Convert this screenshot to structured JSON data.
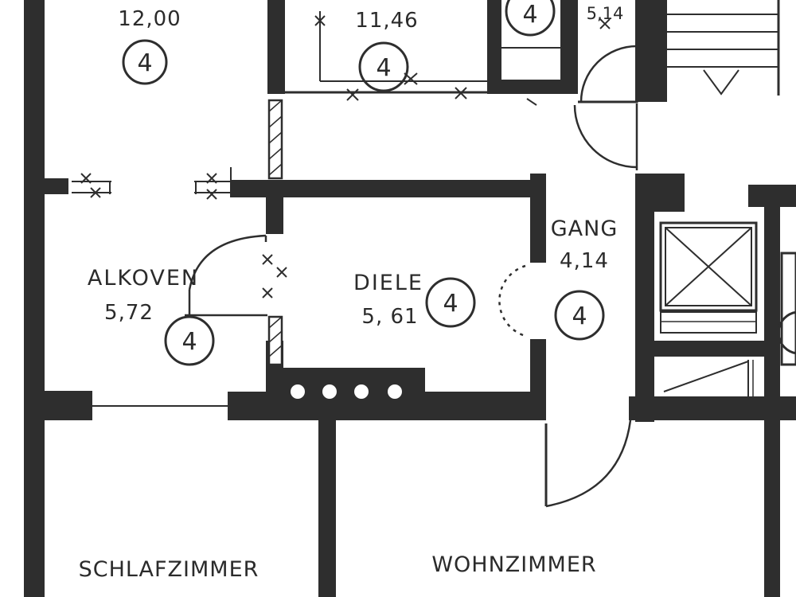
{
  "rooms": {
    "top_left": {
      "area": "12,00",
      "floor_code": "4"
    },
    "top_middle": {
      "area": "11,46",
      "floor_code": "4"
    },
    "top_small": {
      "area": "5,14",
      "floor_code": "4"
    },
    "alkoven": {
      "name": "ALKOVEN",
      "area": "5,72",
      "floor_code": "4"
    },
    "diele": {
      "name": "DIELE",
      "area": "5, 61",
      "floor_code": "4"
    },
    "gang": {
      "name": "GANG",
      "area": "4,14",
      "floor_code": "4"
    },
    "schlafzimmer": {
      "name": "SCHLAFZIMMER",
      "area": ""
    },
    "wohnzimmer": {
      "name": "WOHNZIMMER",
      "area": ""
    }
  },
  "colors": {
    "ink": "#2e2e2e",
    "paper": "#ffffff"
  }
}
